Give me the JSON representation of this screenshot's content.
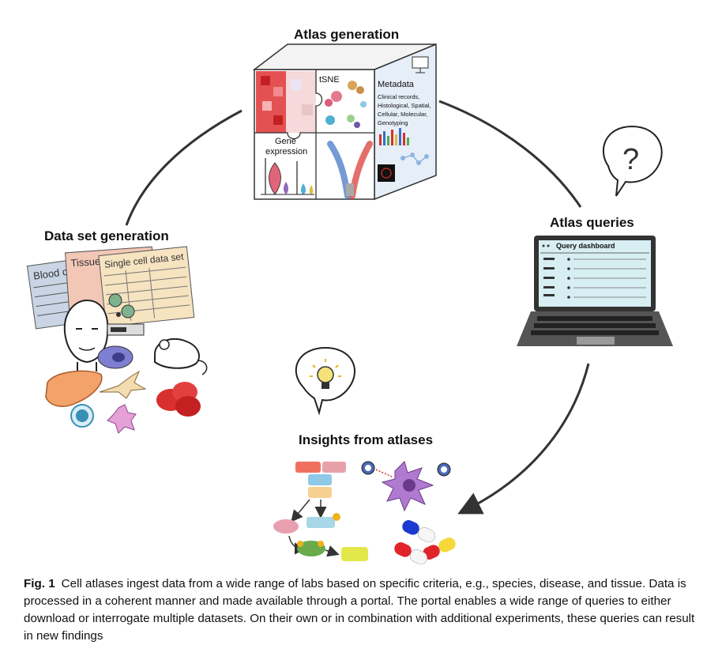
{
  "stages": {
    "atlas_generation": "Atlas generation",
    "data_set_generation": "Data set generation",
    "atlas_queries": "Atlas queries",
    "insights": "Insights from atlases"
  },
  "cube": {
    "tsne": "tSNE",
    "gene_expression_1": "Gene",
    "gene_expression_2": "expression",
    "metadata": "Metadata",
    "metadata_lines": [
      "Clinical records,",
      "Histological, Spatial,",
      "Cellular, Molecular,",
      "Genotyping"
    ]
  },
  "datasheets": {
    "blood": "Blood c",
    "tissue": "Tissue c",
    "single_cell": "Single cell data set"
  },
  "laptop": {
    "dashboard_title": "Query dashboard"
  },
  "query_bubble": "?",
  "caption": {
    "fig_label": "Fig. 1",
    "text": "Cell atlases ingest data from a wide range of labs based on specific criteria, e.g., species, disease, and tissue. Data is processed in a coherent manner and made available through a portal. The portal enables a wide range of queries to either download or interrogate multiple datasets. On their own or in combination with additional experiments, these queries can result in new findings"
  },
  "colors": {
    "cycle_arrow": "#333333",
    "heatmap_red": "#e0383a",
    "laptop_screen": "#d7eef3",
    "laptop_body": "#555555"
  }
}
